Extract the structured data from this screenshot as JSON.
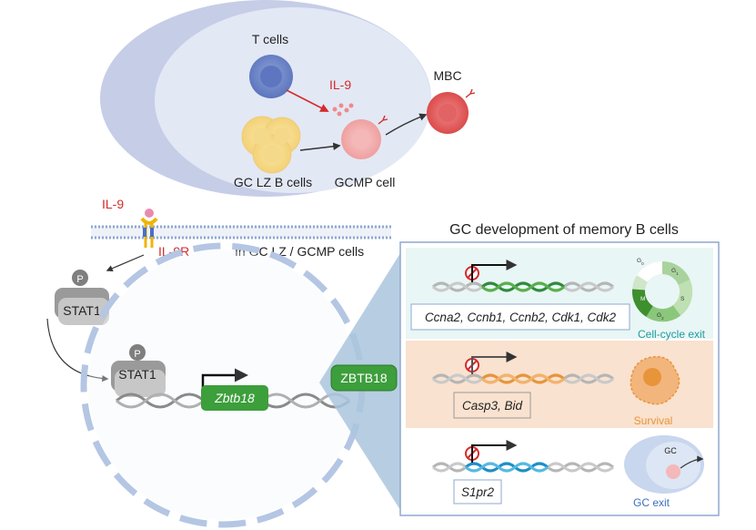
{
  "germinal_center": {
    "t_cells": "T cells",
    "il9_signal": "IL-9",
    "mbc": "MBC",
    "gc_lz_b_cells": "GC LZ B cells",
    "gcmp_cell": "GCMP cell"
  },
  "signaling": {
    "il9": "IL-9",
    "il9r": "IL-9R",
    "membrane_context": "In GC LZ / GCMP cells",
    "phospho": "P",
    "phospho_nuclear": "P",
    "stat1_cytoplasm": "STAT1",
    "stat1_nuclear": "STAT1",
    "gene": "Zbtb18",
    "protein": "ZBTB18"
  },
  "panel": {
    "title": "GC development of memory B cells",
    "cell_cycle": {
      "genes": "Ccna2, Ccnb1, Ccnb2, Cdk1, Cdk2",
      "outcome": "Cell-cycle exit",
      "phases": [
        "G0",
        "G1",
        "S",
        "G2",
        "M"
      ],
      "phase_subscripts": [
        "0",
        "1",
        "",
        "2",
        ""
      ]
    },
    "survival": {
      "genes": "Casp3, Bid",
      "outcome": "Survival"
    },
    "gc_exit": {
      "genes": "S1pr2",
      "gc_label": "GC",
      "outcome": "GC exit"
    }
  },
  "colors": {
    "nucleus_blue": "#c9d7ec",
    "ellipse": "#e3e8f5",
    "red_label": "#d52b2b",
    "zbtb_green": "#3d9e3c",
    "teal": "#1b9d9a",
    "orange_text": "#e8943a",
    "blue_text": "#3c6fbf",
    "box_fill": "#ffffff"
  },
  "icons": {
    "inhibition": "no-entry-icon",
    "promoter": "right-arrow-icon"
  }
}
